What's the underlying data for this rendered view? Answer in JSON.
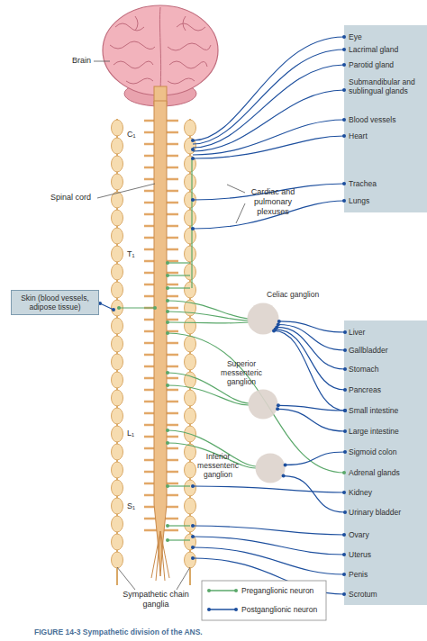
{
  "diagram": {
    "caption": "FIGURE 14-3 Sympathetic division of the ANS.",
    "nodes": [
      {
        "text": [
          "Eye"
        ]
      },
      {
        "text": [
          "Lacrimal gland"
        ]
      },
      {
        "text": [
          "Parotid gland"
        ]
      },
      {
        "text": [
          "Submandibular and sublingual glands"
        ]
      },
      {
        "text": [
          "Blood vessels"
        ]
      },
      {
        "text": [
          "Heart"
        ]
      },
      {
        "text": [
          "Trachea"
        ]
      },
      {
        "text": [
          "Lungs"
        ]
      },
      {
        "text": [
          "Skin (blood vessels, adipose tissue)"
        ]
      },
      {
        "text": [
          "Celiac ganglion"
        ]
      },
      {
        "text": [
          "Liver"
        ]
      },
      {
        "text": [
          "Gallbladder"
        ]
      },
      {
        "text": [
          "Stomach"
        ]
      },
      {
        "text": [
          "Superior messenteric ganglion"
        ]
      },
      {
        "text": [
          "Pancreas"
        ]
      },
      {
        "text": [
          "Small intestine"
        ]
      },
      {
        "text": [
          "Large intestine"
        ]
      },
      {
        "text": [
          "Inferior messenteric ganglion"
        ]
      },
      {
        "text": [
          "Sigmoid colon"
        ]
      },
      {
        "text": [
          "Adrenal glands"
        ]
      },
      {
        "text": [
          "Kidney"
        ]
      },
      {
        "text": [
          "Urinary bladder"
        ]
      },
      {
        "text": [
          "Ovary"
        ]
      },
      {
        "text": [
          "Uterus"
        ]
      },
      {
        "text": [
          "Penis"
        ]
      },
      {
        "text": [
          "Scrotum"
        ]
      }
    ],
    "edges": [
      {
        "from": 9,
        "to": 10,
        "arrow": "none"
      },
      {
        "from": 9,
        "to": 11,
        "arrow": "none"
      },
      {
        "from": 9,
        "to": 12,
        "arrow": "none"
      },
      {
        "from": 9,
        "to": 14,
        "arrow": "none"
      },
      {
        "from": 9,
        "to": 15,
        "arrow": "none"
      },
      {
        "from": 13,
        "to": 15,
        "arrow": "none"
      },
      {
        "from": 13,
        "to": 16,
        "arrow": "none"
      },
      {
        "from": 17,
        "to": 18,
        "arrow": "none"
      },
      {
        "from": 17,
        "to": 21,
        "arrow": "none"
      }
    ],
    "labels": [
      "Brain",
      "C₁",
      "Spinal cord",
      "Cardiac and pulmonary plexuses",
      "T₁",
      "L₁",
      "S₁",
      "Sympathetic chain ganglia"
    ],
    "legend": [
      {
        "text": "Preganglionic neuron"
      },
      {
        "text": "Postganglionic neuron"
      }
    ]
  }
}
